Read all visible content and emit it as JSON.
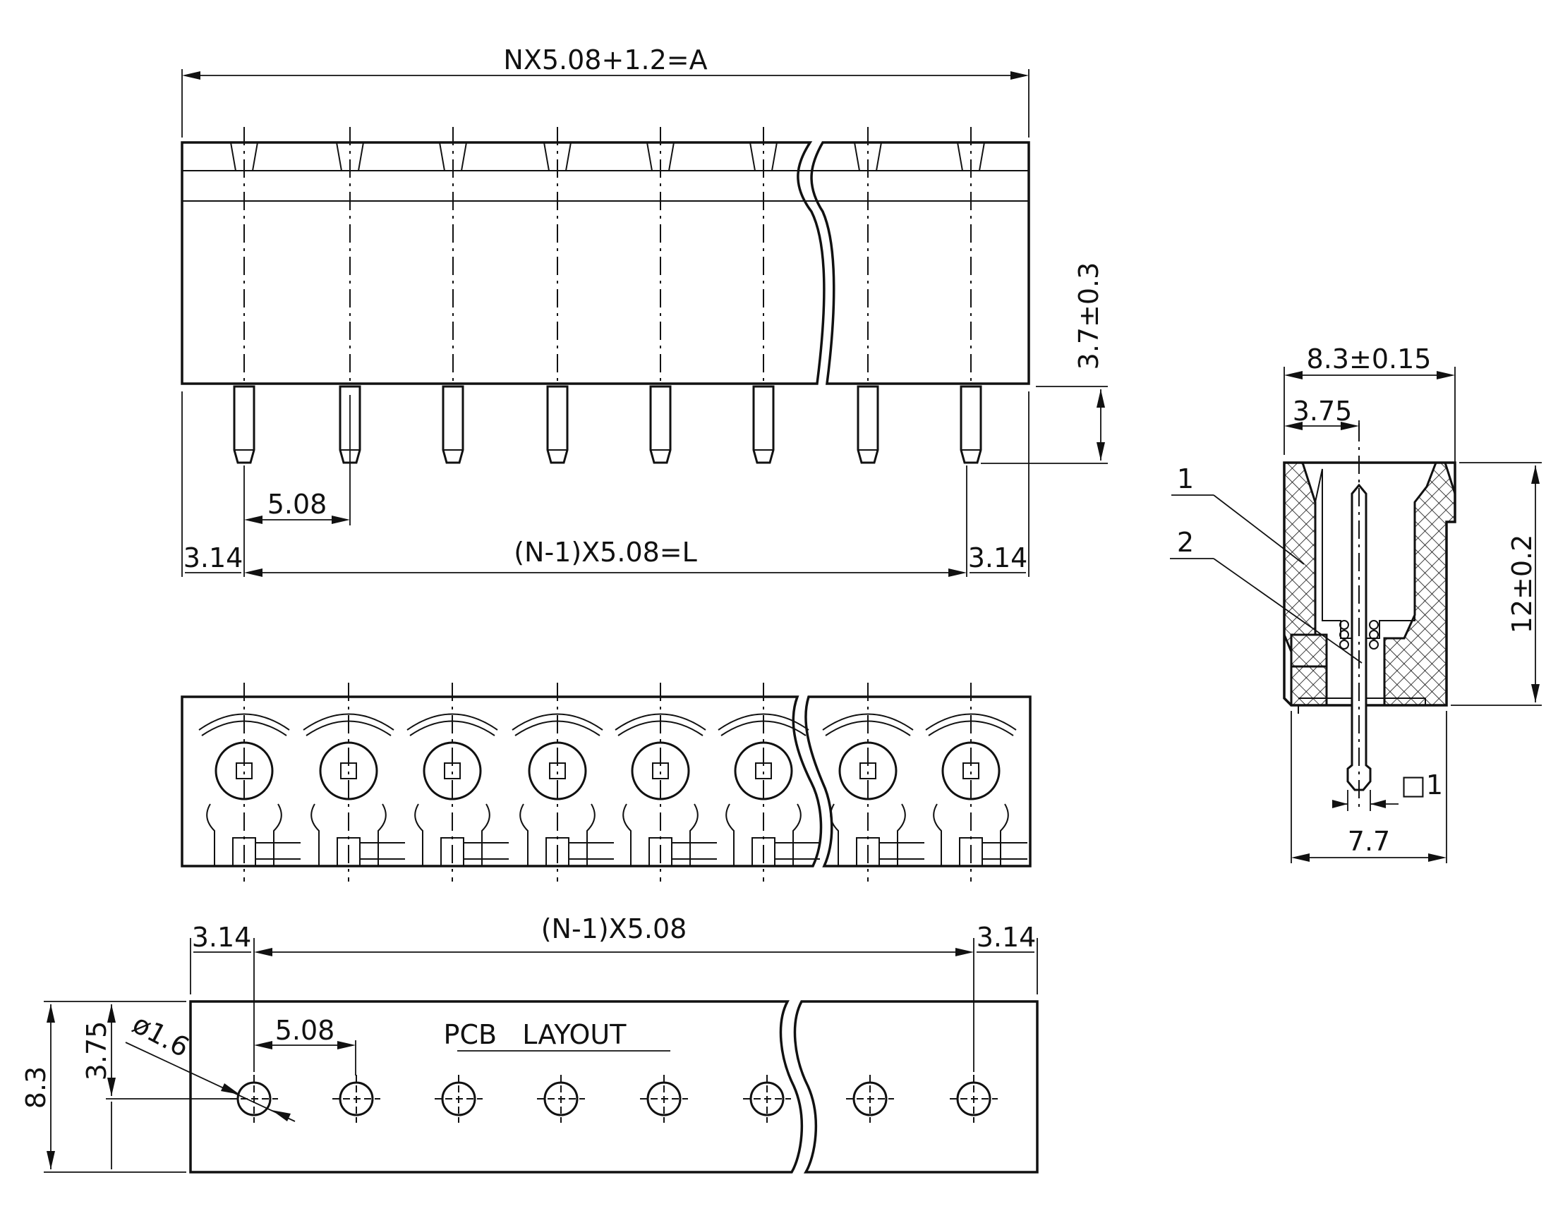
{
  "front_view": {
    "overall_dim": "NX5.08+1.2=A",
    "height_dim": "3.7±0.3",
    "pitch_dim": "5.08",
    "edge_left_dim": "3.14",
    "span_dim": "(N-1)X5.08=L",
    "edge_right_dim": "3.14"
  },
  "side_view": {
    "width_dim": "8.3±0.15",
    "offset_dim": "3.75",
    "height_dim": "12±0.2",
    "pin_dim": "□1",
    "base_dim": "7.7",
    "callout_1": "1",
    "callout_2": "2"
  },
  "pcb_layout": {
    "title": "PCB   LAYOUT",
    "edge_left_dim": "3.14",
    "span_dim": "(N-1)X5.08",
    "edge_right_dim": "3.14",
    "pitch_dim": "5.08",
    "hole_dim": "ø1.6",
    "row_offset_dim": "3.75",
    "depth_dim": "8.3"
  }
}
